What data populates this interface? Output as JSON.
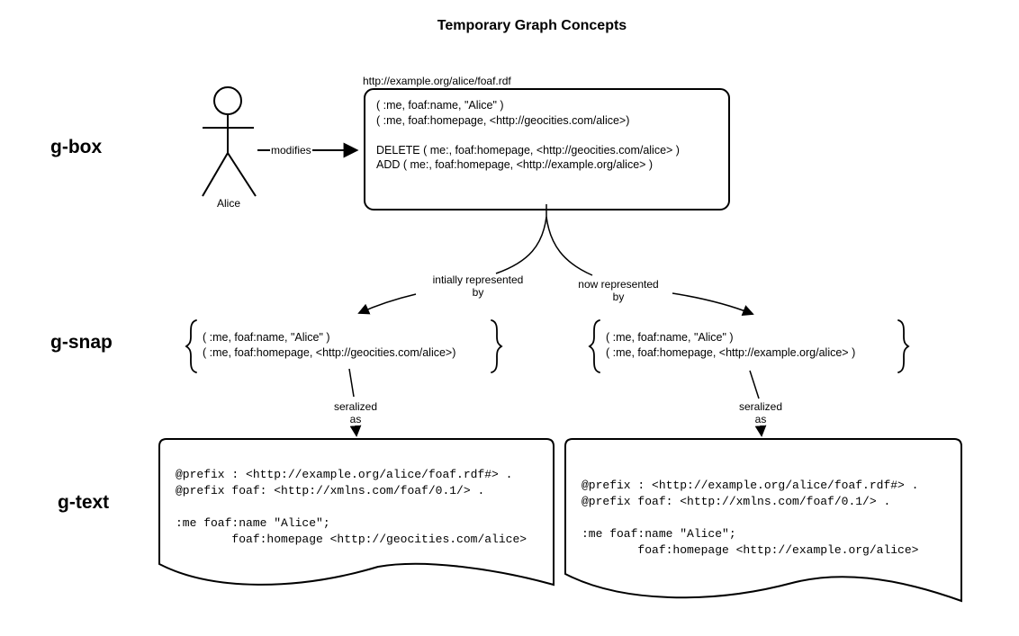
{
  "title": "Temporary Graph Concepts",
  "colors": {
    "ink": "#000000",
    "background": "#ffffff"
  },
  "gbox": {
    "label": "g-box",
    "actor_name": "Alice",
    "modifies_label": "modifies",
    "url": "http://example.org/alice/foaf.rdf",
    "content": "( :me, foaf:name, \"Alice\" )\n( :me, foaf:homepage, <http://geocities.com/alice>)\n\nDELETE ( me:, foaf:homepage, <http://geocities.com/alice> )\nADD ( me:, foaf:homepage, <http://example.org/alice> )"
  },
  "branches": {
    "left_label": "intially represented\nby",
    "right_label": "now represented\nby"
  },
  "gsnap": {
    "label": "g-snap",
    "left": {
      "content": "( :me, foaf:name, \"Alice\" )\n( :me, foaf:homepage, <http://geocities.com/alice>)"
    },
    "right": {
      "content": "( :me, foaf:name, \"Alice\" )\n( :me, foaf:homepage, <http://example.org/alice> )"
    }
  },
  "serialization": {
    "left_label": "seralized\nas",
    "right_label": "seralized\nas"
  },
  "gtext": {
    "label": "g-text",
    "left": {
      "content": "@prefix : <http://example.org/alice/foaf.rdf#> .\n@prefix foaf: <http://xmlns.com/foaf/0.1/> .\n\n:me foaf:name \"Alice\";\n        foaf:homepage <http://geocities.com/alice>"
    },
    "right": {
      "content": "@prefix : <http://example.org/alice/foaf.rdf#> .\n@prefix foaf: <http://xmlns.com/foaf/0.1/> .\n\n:me foaf:name \"Alice\";\n        foaf:homepage <http://example.org/alice>"
    }
  }
}
